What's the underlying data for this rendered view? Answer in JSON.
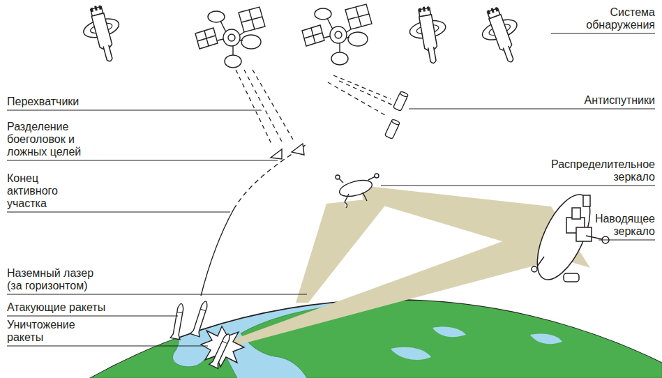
{
  "diagram": {
    "labels": [
      "Система обнаружения",
      "Перехватчики",
      "Разделение боеголовок и ложных целей",
      "Антиспутники",
      "Конец активного участка",
      "Распределительное зеркало",
      "Наводящее зеркало",
      "Наземный лазер (за горизонтом)",
      "Атакующие ракеты",
      "Уничтожение ракеты"
    ]
  }
}
